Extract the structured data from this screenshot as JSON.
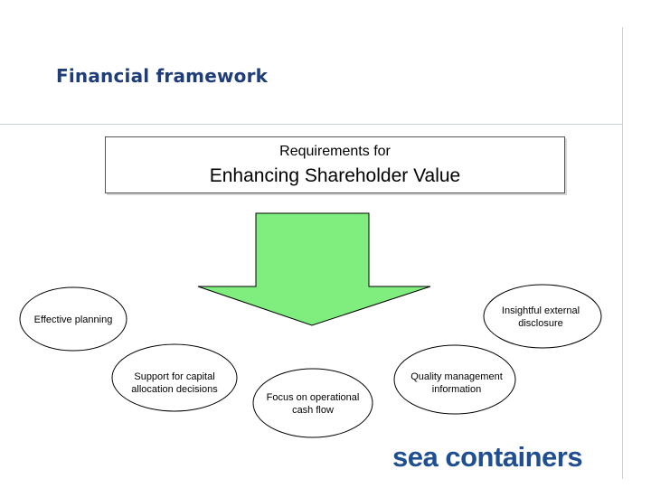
{
  "slide": {
    "title": "Financial framework"
  },
  "requirements": {
    "line1": "Requirements for",
    "line2": "Enhancing Shareholder Value"
  },
  "nodes": [
    {
      "text": "Effective planning"
    },
    {
      "text": "Support for capital allocation decisions"
    },
    {
      "text": "Focus on operational cash flow"
    },
    {
      "text": "Quality management information"
    },
    {
      "text": "Insightful external disclosure"
    }
  ],
  "logo": {
    "text": "sea containers"
  },
  "colors": {
    "title": "#1f3d7a",
    "arrow_fill": "#7fee7f",
    "logo": "#1f4f91",
    "outline": "#000000"
  }
}
